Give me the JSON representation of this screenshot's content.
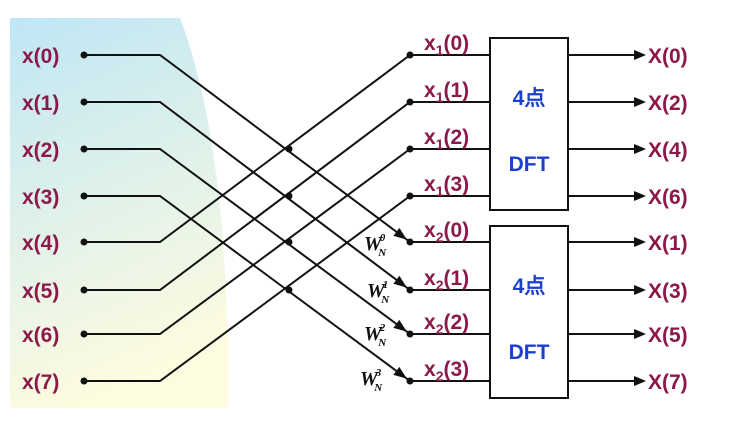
{
  "inputs": [
    "x(0)",
    "x(1)",
    "x(2)",
    "x(3)",
    "x(4)",
    "x(5)",
    "x(6)",
    "x(7)"
  ],
  "mid_upper": [
    {
      "base": "x",
      "sub": "1",
      "idx": "(0)"
    },
    {
      "base": "x",
      "sub": "1",
      "idx": "(1)"
    },
    {
      "base": "x",
      "sub": "1",
      "idx": "(2)"
    },
    {
      "base": "x",
      "sub": "1",
      "idx": "(3)"
    }
  ],
  "mid_lower": [
    {
      "base": "x",
      "sub": "2",
      "idx": "(0)"
    },
    {
      "base": "x",
      "sub": "2",
      "idx": "(1)"
    },
    {
      "base": "x",
      "sub": "2",
      "idx": "(2)"
    },
    {
      "base": "x",
      "sub": "2",
      "idx": "(3)"
    }
  ],
  "twiddles": [
    {
      "base": "W",
      "sub": "N",
      "sup": "0"
    },
    {
      "base": "W",
      "sub": "N",
      "sup": "1"
    },
    {
      "base": "W",
      "sub": "N",
      "sup": "2"
    },
    {
      "base": "W",
      "sub": "N",
      "sup": "3"
    }
  ],
  "boxes": [
    {
      "line1": "4点",
      "line2": "DFT"
    },
    {
      "line1": "4点",
      "line2": "DFT"
    }
  ],
  "outputs": [
    "X(0)",
    "X(2)",
    "X(4)",
    "X(6)",
    "X(1)",
    "X(3)",
    "X(5)",
    "X(7)"
  ],
  "colors": {
    "label": "#8b1a4a",
    "box_text": "#1d3fcf",
    "wire": "#111111",
    "background_gradient": [
      "#bfe6f5",
      "#fdfbe0"
    ]
  }
}
